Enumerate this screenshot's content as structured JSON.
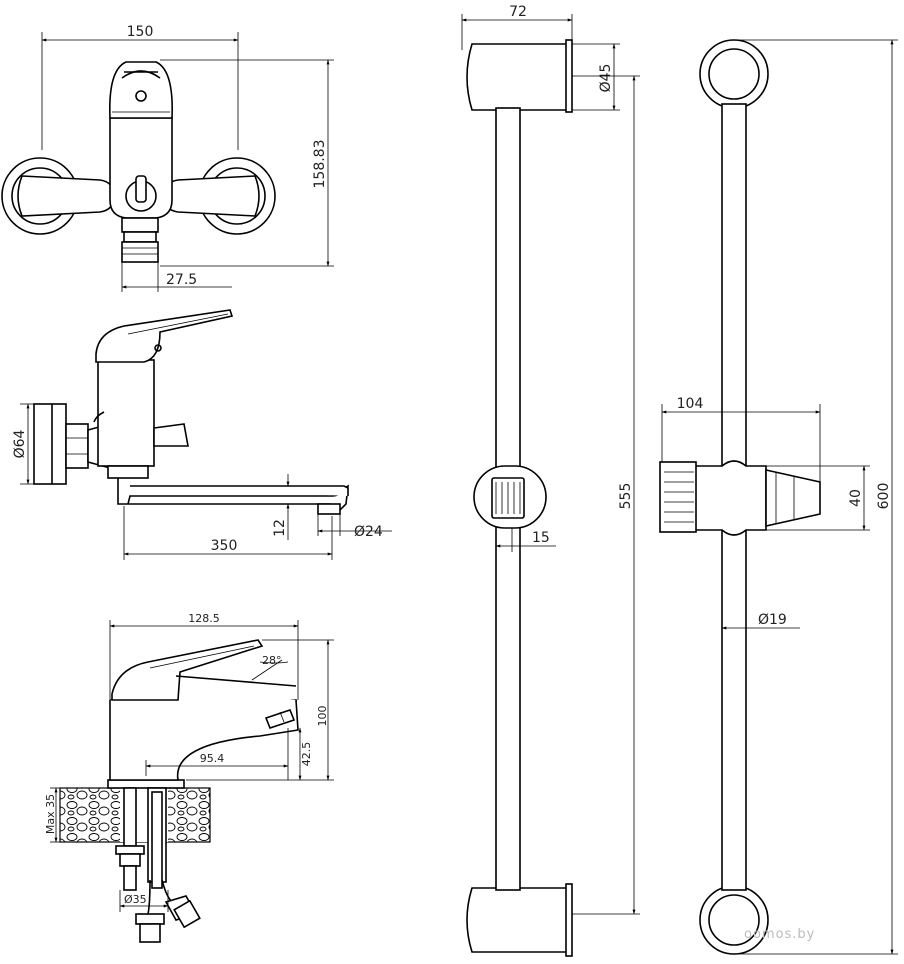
{
  "dimensions": {
    "faucet_front_width": "150",
    "faucet_front_height": "158.83",
    "faucet_front_outlet": "27.5",
    "faucet_side_flange": "Ø64",
    "faucet_side_spout_length": "350",
    "faucet_side_spout_drop": "12",
    "faucet_side_aerator": "Ø24",
    "basin_width": "128.5",
    "basin_angle": "28°",
    "basin_height": "100",
    "basin_reach": "95.4",
    "basin_spout_height": "42.5",
    "basin_max_thickness": "Max 35",
    "basin_hole": "Ø35",
    "bar_bracket_depth": "72",
    "bar_bracket_diameter": "Ø45",
    "bar_slider_width": "15",
    "bar_length_555": "555",
    "bar_slider_length": "104",
    "bar_slider_height": "40",
    "bar_total_length": "600",
    "bar_tube_diameter": "Ø19"
  },
  "watermark": "ооmоs.by"
}
